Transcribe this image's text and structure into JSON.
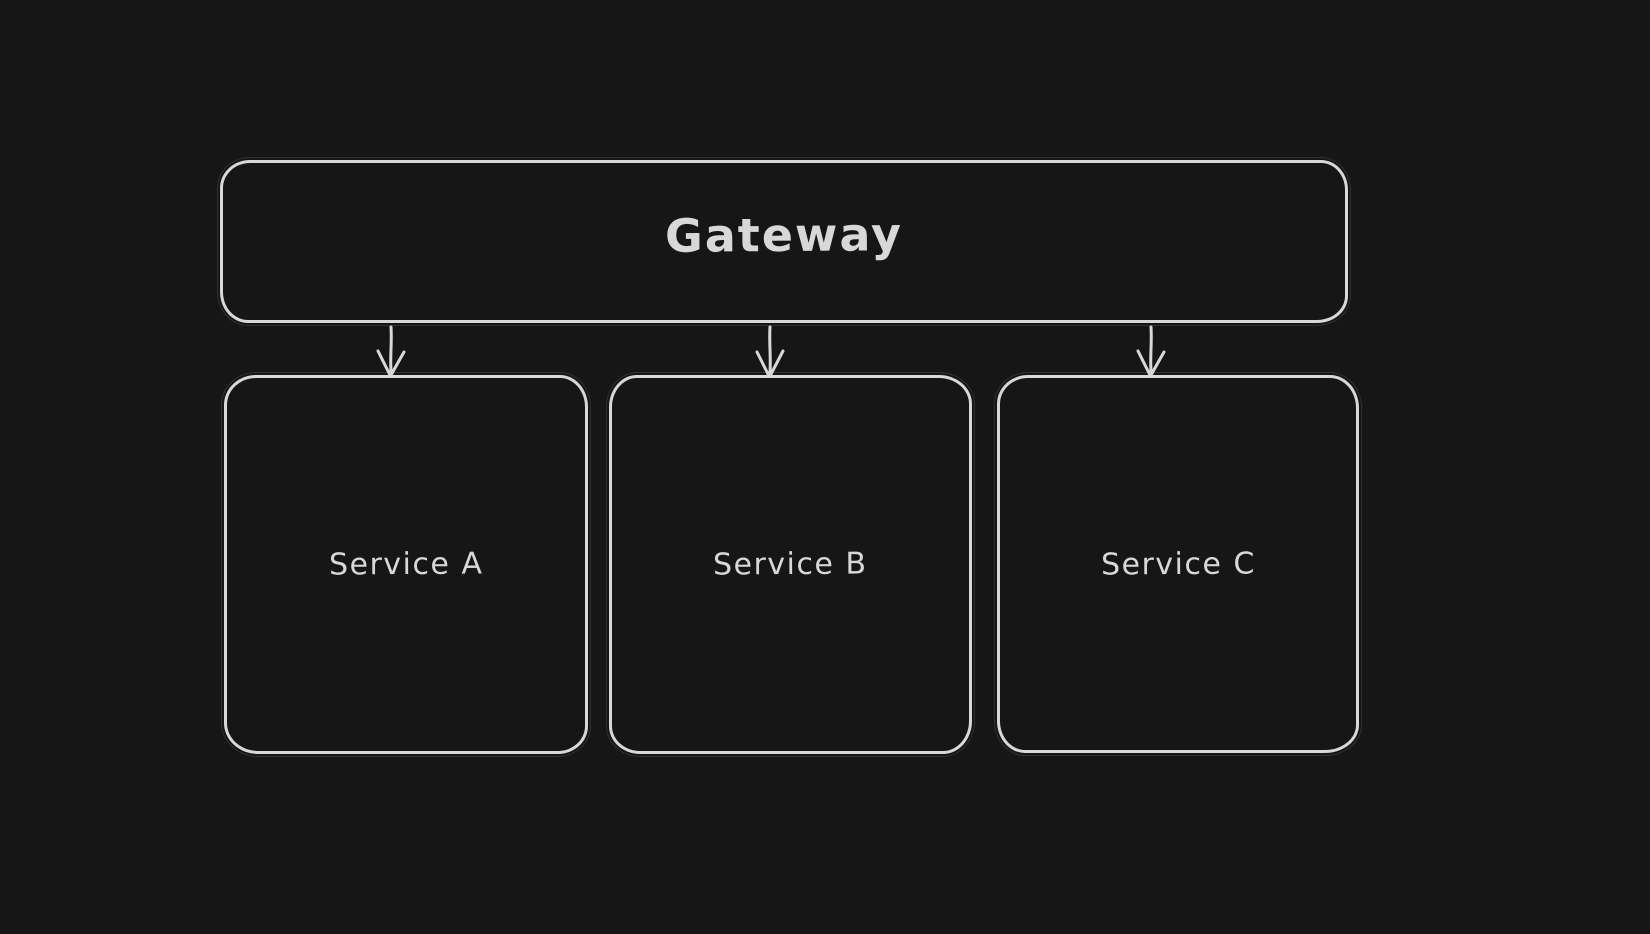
{
  "diagram": {
    "style": "hand-drawn-whiteboard",
    "nodes": [
      {
        "id": "gateway",
        "label": "Gateway",
        "shape": "rounded-rectangle"
      },
      {
        "id": "service-a",
        "label": "Service A",
        "shape": "rounded-rectangle"
      },
      {
        "id": "service-b",
        "label": "Service B",
        "shape": "rounded-rectangle"
      },
      {
        "id": "service-c",
        "label": "Service C",
        "shape": "rounded-rectangle"
      }
    ],
    "edges": [
      {
        "from": "gateway",
        "to": "service-a",
        "type": "arrow-down"
      },
      {
        "from": "gateway",
        "to": "service-b",
        "type": "arrow-down"
      },
      {
        "from": "gateway",
        "to": "service-c",
        "type": "arrow-down"
      }
    ]
  },
  "colors": {
    "background": "#161616",
    "stroke": "#d8d8d8",
    "text": "#d8d8d8"
  }
}
